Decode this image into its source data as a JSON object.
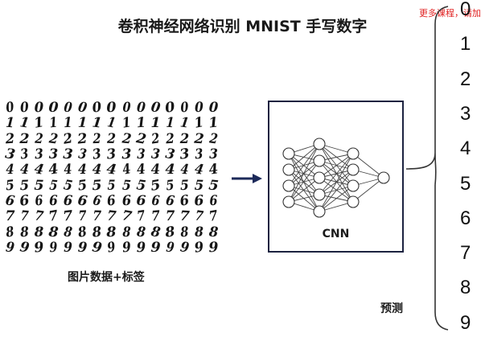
{
  "title": "卷积神经网络识别 MNIST 手写数字",
  "watermark": "更多课程，请加",
  "input_grid": {
    "rows": [
      [
        "0",
        "0",
        "0",
        "0",
        "0",
        "0",
        "0",
        "0",
        "0",
        "0",
        "0",
        "0",
        "0",
        "0",
        "0"
      ],
      [
        "1",
        "1",
        "1",
        "1",
        "1",
        "1",
        "1",
        "1",
        "1",
        "1",
        "1",
        "1",
        "1",
        "1",
        "1"
      ],
      [
        "2",
        "2",
        "2",
        "2",
        "2",
        "2",
        "2",
        "2",
        "2",
        "2",
        "2",
        "2",
        "2",
        "2",
        "2"
      ],
      [
        "3",
        "3",
        "3",
        "3",
        "3",
        "3",
        "3",
        "3",
        "3",
        "3",
        "3",
        "3",
        "3",
        "3",
        "3"
      ],
      [
        "4",
        "4",
        "4",
        "4",
        "4",
        "4",
        "4",
        "4",
        "4",
        "4",
        "4",
        "4",
        "4",
        "4",
        "4"
      ],
      [
        "5",
        "5",
        "5",
        "5",
        "5",
        "5",
        "5",
        "5",
        "5",
        "5",
        "5",
        "5",
        "5",
        "5",
        "5"
      ],
      [
        "6",
        "6",
        "6",
        "6",
        "6",
        "6",
        "6",
        "6",
        "6",
        "6",
        "6",
        "6",
        "6",
        "6",
        "6"
      ],
      [
        "7",
        "7",
        "7",
        "7",
        "7",
        "7",
        "7",
        "7",
        "7",
        "7",
        "7",
        "7",
        "7",
        "7",
        "7"
      ],
      [
        "8",
        "8",
        "8",
        "8",
        "8",
        "8",
        "8",
        "8",
        "8",
        "8",
        "8",
        "8",
        "8",
        "8",
        "8"
      ],
      [
        "9",
        "9",
        "9",
        "9",
        "9",
        "9",
        "9",
        "9",
        "9",
        "9",
        "9",
        "9",
        "9",
        "9",
        "9"
      ]
    ],
    "label": "图片数据+标签"
  },
  "model": {
    "label": "CNN",
    "layers": [
      4,
      5,
      4,
      1
    ]
  },
  "outputs": {
    "digits": [
      "0",
      "1",
      "2",
      "3",
      "4",
      "5",
      "6",
      "7",
      "8",
      "9"
    ],
    "label": "预测"
  },
  "colors": {
    "arrow": "#1c2a5a",
    "box_border": "#1c2340",
    "watermark": "#e02020"
  }
}
